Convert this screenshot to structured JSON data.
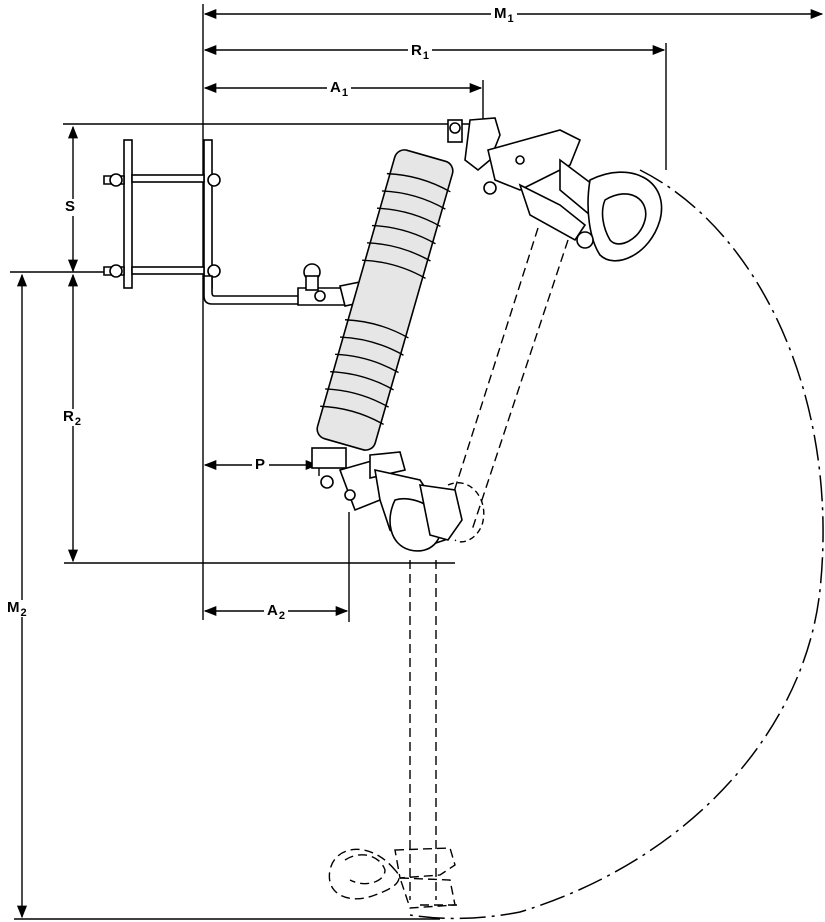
{
  "dimensions": {
    "M1": {
      "letter": "M",
      "sub": "1"
    },
    "R1": {
      "letter": "R",
      "sub": "1"
    },
    "A1": {
      "letter": "A",
      "sub": "1"
    },
    "S": {
      "letter": "S",
      "sub": ""
    },
    "R2": {
      "letter": "R",
      "sub": "2"
    },
    "P": {
      "letter": "P",
      "sub": ""
    },
    "A2": {
      "letter": "A",
      "sub": "2"
    },
    "M2": {
      "letter": "M",
      "sub": "2"
    }
  },
  "colors": {
    "ink": "#000000",
    "paper": "#ffffff",
    "insulator": "#e6e6e6"
  }
}
